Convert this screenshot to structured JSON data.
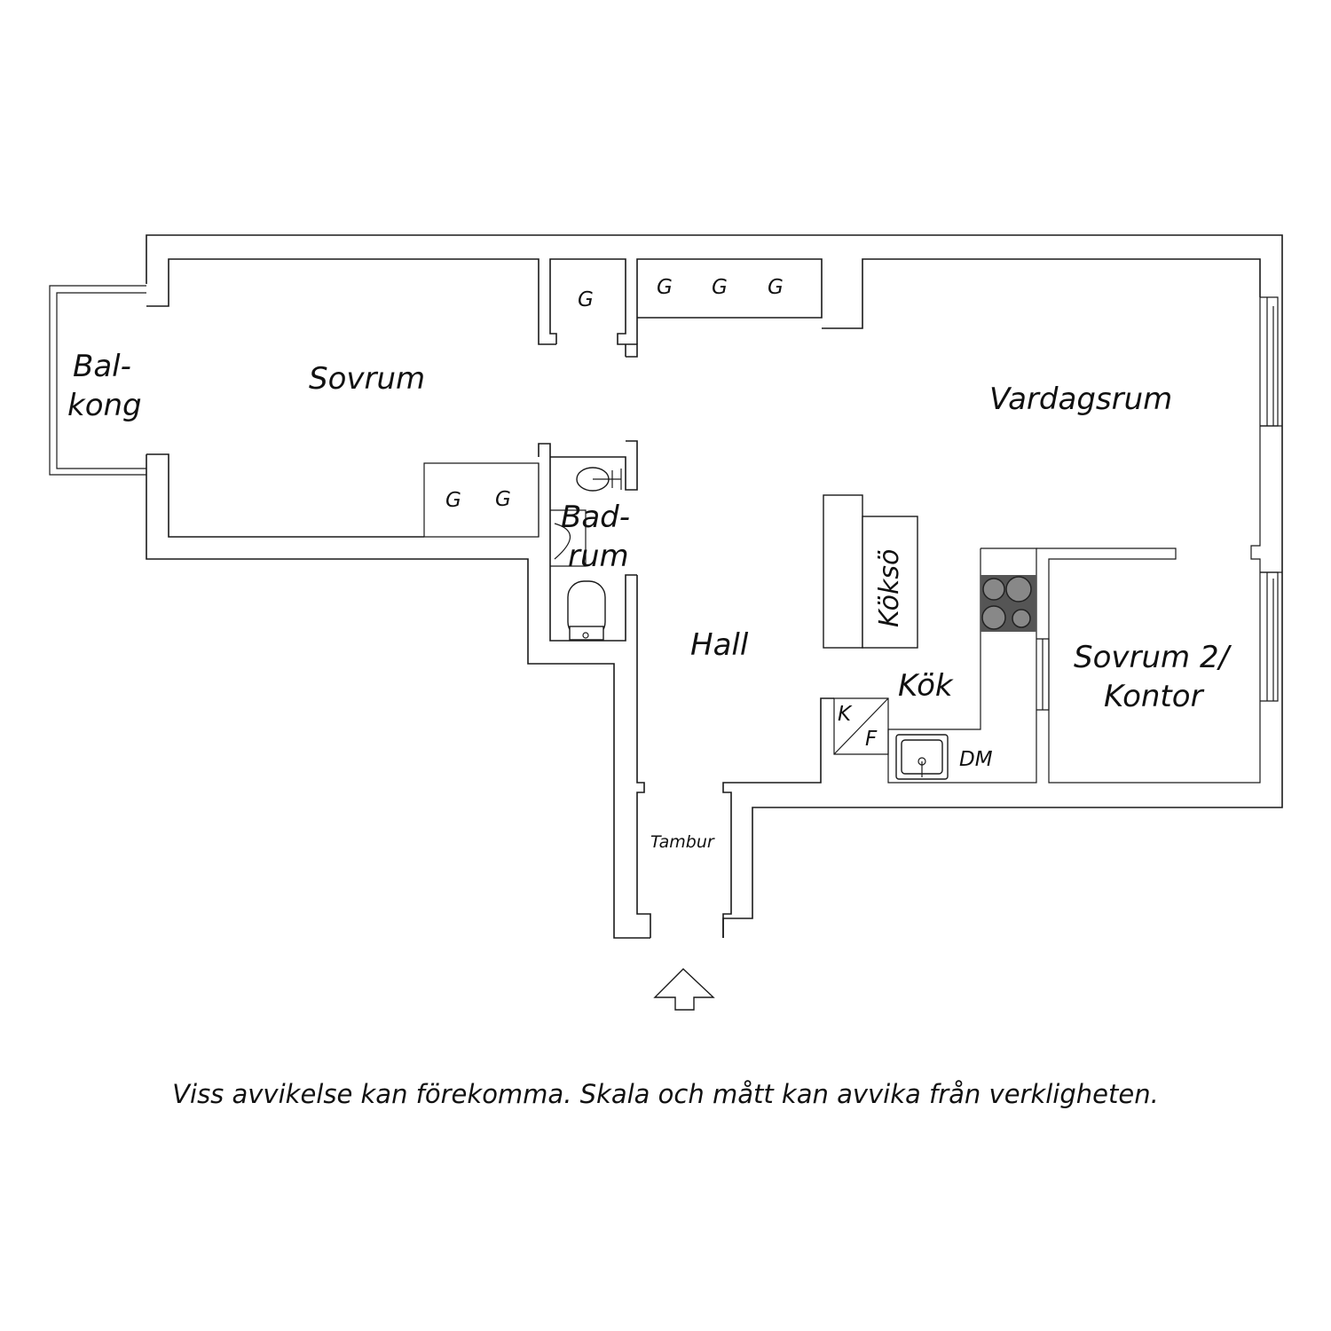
{
  "rooms": {
    "balcony": [
      "Bal-",
      "kong"
    ],
    "bedroom": "Sovrum",
    "living_room": "Vardagsrum",
    "bathroom": [
      "Bad-",
      "rum"
    ],
    "hall": "Hall",
    "kitchen_island": "Köksö",
    "kitchen": "Kök",
    "bedroom2": [
      "Sovrum 2/",
      "Kontor"
    ],
    "vestibule": "Tambur"
  },
  "fixtures": {
    "wardrobe": "G",
    "fridge": "K",
    "freezer": "F",
    "dishwasher": "DM"
  },
  "colors": {
    "wall": "#1a1a1a",
    "stove": "#555555",
    "background": "#ffffff"
  },
  "disclaimer": "Viss avvikelse kan förekomma. Skala och mått kan avvika från verkligheten."
}
